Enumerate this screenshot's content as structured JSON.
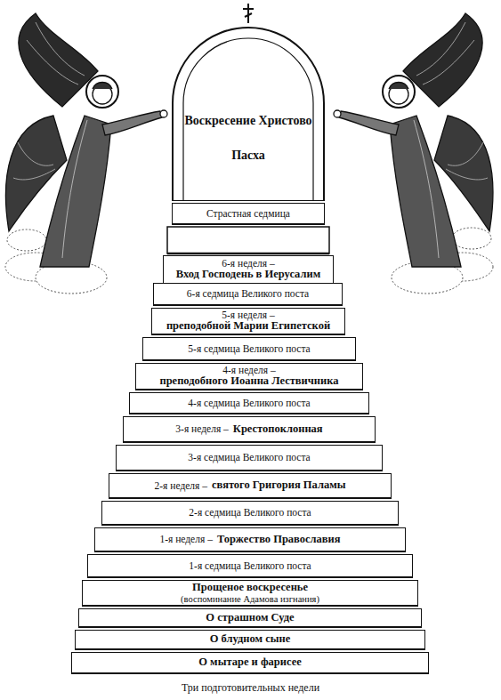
{
  "diagram": {
    "nodes": [
      {
        "text": [
          "Воскресение Христово",
          "Пасха"
        ]
      },
      {
        "text": [
          "Страстная седмица"
        ]
      },
      {
        "text": [
          "6-я неделя –",
          "Вход Господень в Иерусалим"
        ]
      },
      {
        "text": [
          "6-я седмица Великого поста"
        ]
      },
      {
        "text": [
          "5-я неделя –",
          "преподобной Марии Египетской"
        ]
      },
      {
        "text": [
          "5-я седмица Великого поста"
        ]
      },
      {
        "text": [
          "4-я неделя –",
          "преподобного Иоанна Лествичника"
        ]
      },
      {
        "text": [
          "4-я седмица Великого поста"
        ]
      },
      {
        "text": [
          "3-я неделя –",
          "Крестопоклонная"
        ]
      },
      {
        "text": [
          "3-я седмица Великого поста"
        ]
      },
      {
        "text": [
          "2-я неделя –",
          "святого Григория Паламы"
        ]
      },
      {
        "text": [
          "2-я седмица Великого поста"
        ]
      },
      {
        "text": [
          "1-я неделя –",
          "Торжество Православия"
        ]
      },
      {
        "text": [
          "1-я седмица Великого поста"
        ]
      },
      {
        "text": [
          "Прощеное воскресенье",
          "(воспоминание Адамова изгнания)"
        ]
      },
      {
        "text": [
          "О страшном Суде"
        ]
      },
      {
        "text": [
          "О блудном сыне"
        ]
      },
      {
        "text": [
          "О мытаре и фарисее"
        ]
      }
    ],
    "labels": [
      "Три подготовительных недели"
    ]
  }
}
